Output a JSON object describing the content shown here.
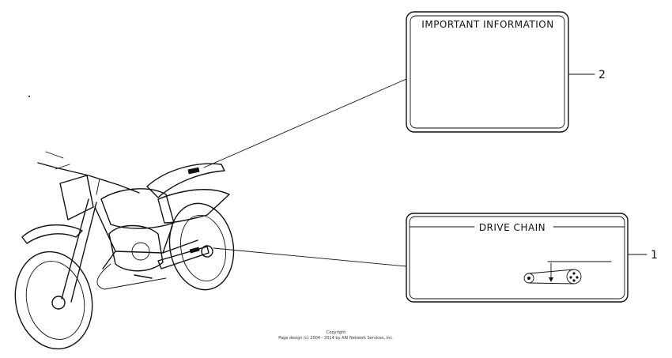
{
  "labels": [
    {
      "callout": "2",
      "title": "IMPORTANT INFORMATION"
    },
    {
      "callout": "1",
      "title": "DRIVE CHAIN"
    }
  ],
  "copyright": {
    "line1": "Copyright",
    "line2": "Page design (c) 2004 - 2014 by ARI Network Services, Inc."
  }
}
